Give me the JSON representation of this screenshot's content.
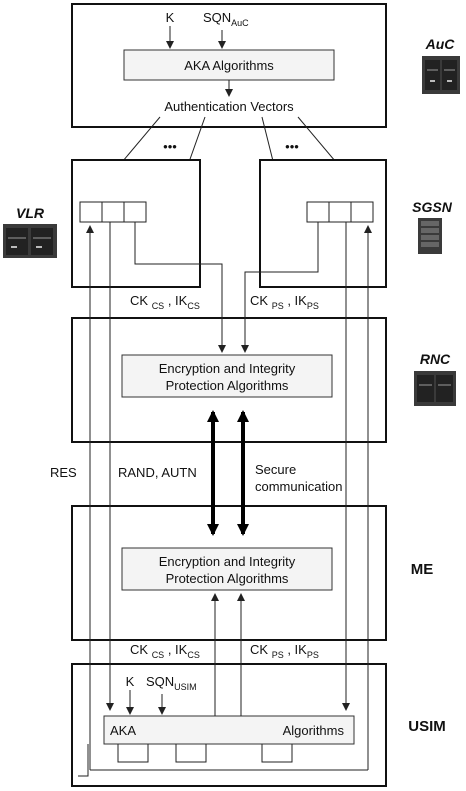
{
  "auc": {
    "k": "K",
    "sqn": "SQN",
    "sqn_sub": "AuC",
    "aka": "AKA Algorithms",
    "vectors": "Authentication Vectors",
    "side_label": "AuC"
  },
  "ellipsis": "•••",
  "vlr": {
    "label": "VLR"
  },
  "sgsn": {
    "label": "SGSN"
  },
  "keys": {
    "ck": "CK",
    "ik": "IK",
    "cs_sub": "CS",
    "ps_sub": "PS",
    "sep": " , "
  },
  "rnc": {
    "label": "RNC",
    "algo_line1": "Encryption and Integrity",
    "algo_line2": "Protection Algorithms"
  },
  "middle": {
    "res": "RES",
    "rand_autn": "RAND, AUTN",
    "secure_line1": "Secure",
    "secure_line2": "communication"
  },
  "me": {
    "label": "ME",
    "algo_line1": "Encryption and Integrity",
    "algo_line2": "Protection Algorithms"
  },
  "usim": {
    "label": "USIM",
    "k": "K",
    "sqn": "SQN",
    "sqn_sub": "USIM",
    "aka": "AKA",
    "algorithms": "Algorithms"
  }
}
